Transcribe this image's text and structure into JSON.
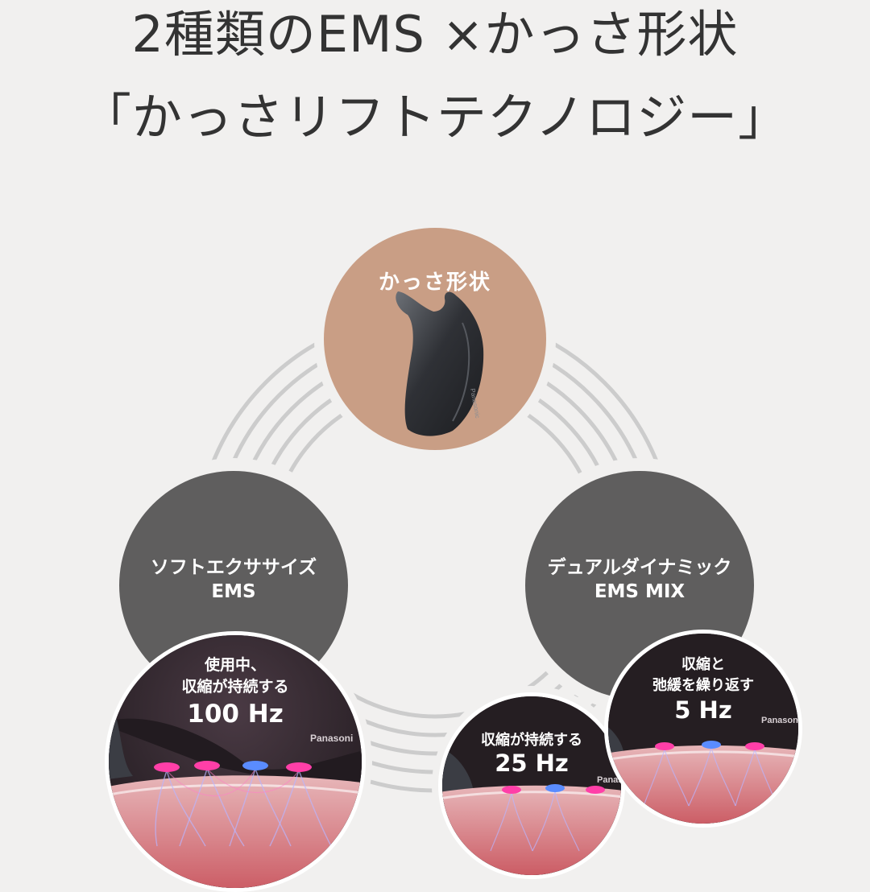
{
  "title": {
    "line1": "2種類のEMS ×かっさ形状",
    "line2": "「かっさリフトテクノロジー」"
  },
  "features": {
    "kassa": {
      "label": "かっさ形状"
    },
    "soft": {
      "line1": "ソフトエクササイズ",
      "line2": "EMS"
    },
    "dual": {
      "line1": "デュアルダイナミック",
      "line2": "EMS MIX"
    }
  },
  "photos": {
    "hz100": {
      "desc1": "使用中、",
      "desc2": "収縮が持続する",
      "freq": "100 Hz",
      "brand": "Panasoni"
    },
    "hz25": {
      "desc1": "収縮が持続する",
      "freq": "25 Hz",
      "brand": "Panas"
    },
    "hz5": {
      "desc1": "収縮と",
      "desc2": "弛緩を繰り返す",
      "freq": "5 Hz",
      "brand": "Panasoni"
    }
  },
  "device": {
    "brand": "Panasonic"
  },
  "colors": {
    "background": "#f1f0ef",
    "kassa_circle": "#c99e85",
    "ems_circle": "#5f5e5e",
    "rings": "#cccccc",
    "led_pink": "#ff3fa8",
    "led_blue": "#5a8cff"
  }
}
